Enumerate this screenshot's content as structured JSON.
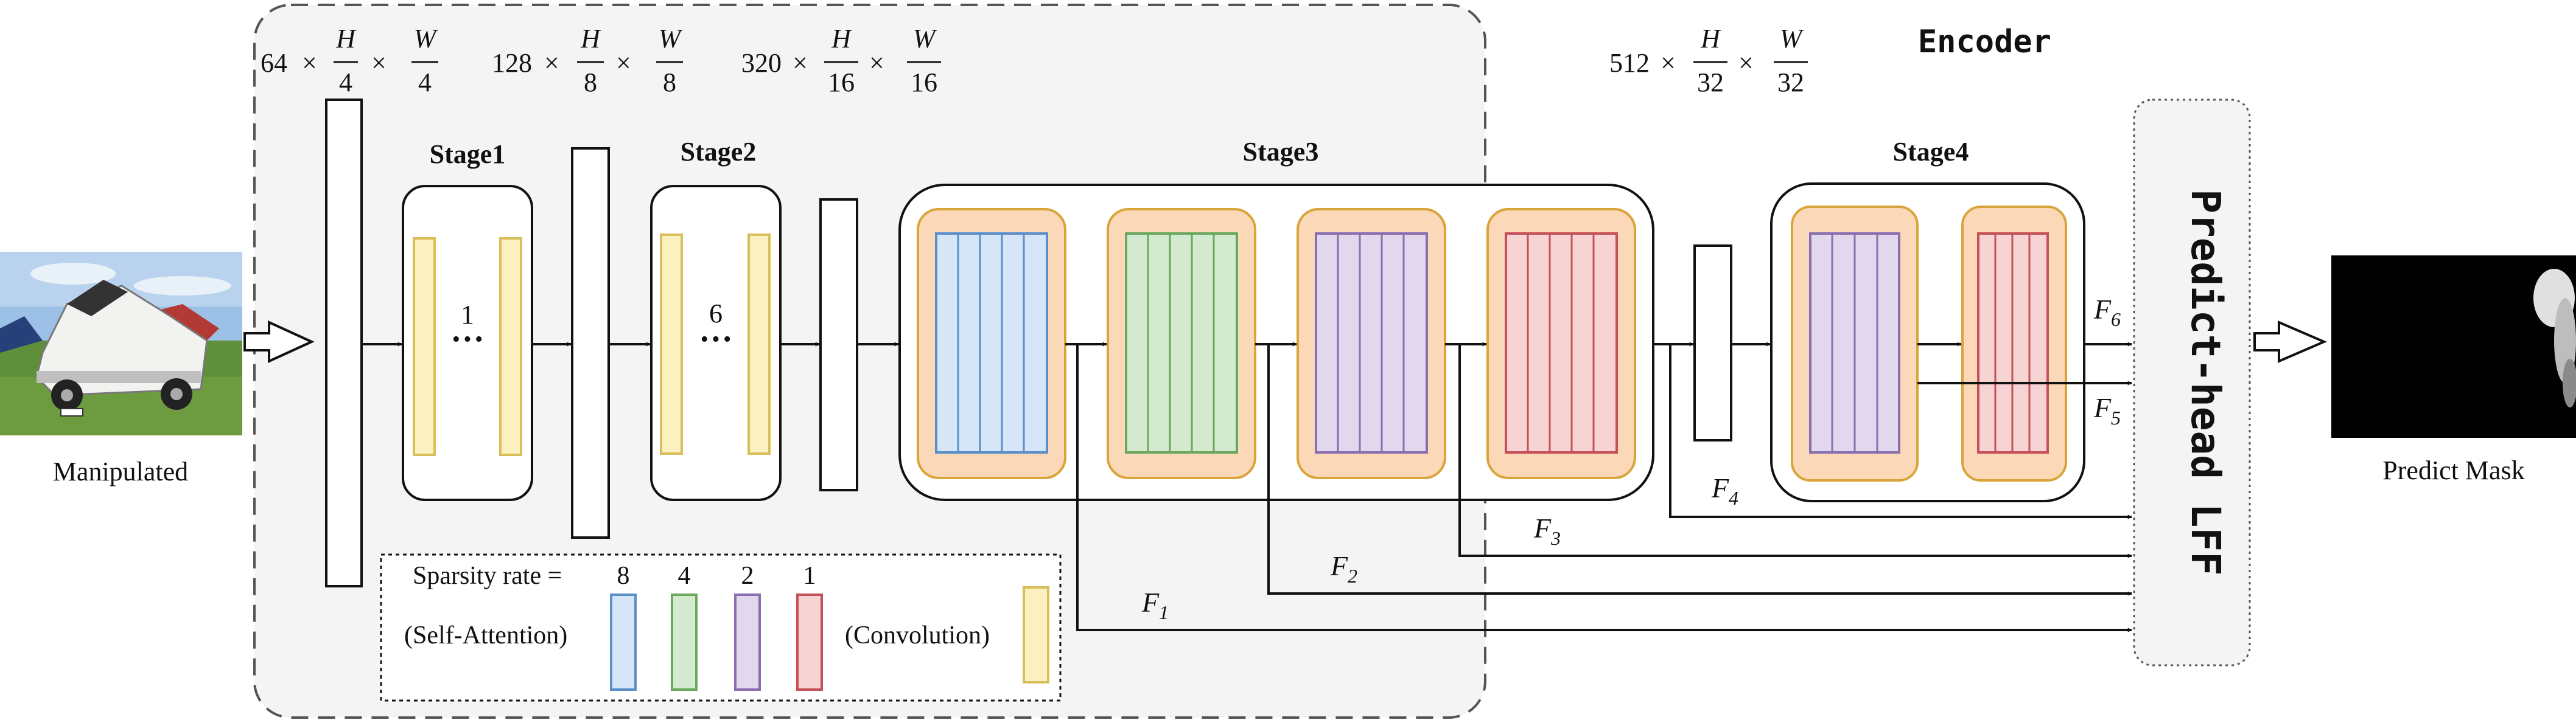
{
  "labels": {
    "encoder": "Encoder",
    "input": "Manipulated",
    "output": "Predict Mask",
    "predict_head": "Predict-head LFF",
    "stage1": "Stage1",
    "stage2": "Stage2",
    "stage3": "Stage3",
    "stage4": "Stage4",
    "stage1_repeat": "1",
    "stage2_repeat": "6",
    "ellipsis": "···"
  },
  "dims": [
    {
      "channels": "64",
      "h_den": "4",
      "w_den": "4"
    },
    {
      "channels": "128",
      "h_den": "8",
      "w_den": "8"
    },
    {
      "channels": "320",
      "h_den": "16",
      "w_den": "16"
    },
    {
      "channels": "512",
      "h_den": "32",
      "w_den": "32"
    }
  ],
  "dim_symbols": {
    "times": "×",
    "h": "H",
    "w": "W"
  },
  "features": [
    {
      "name": "F",
      "sub": "1"
    },
    {
      "name": "F",
      "sub": "2"
    },
    {
      "name": "F",
      "sub": "3"
    },
    {
      "name": "F",
      "sub": "4"
    },
    {
      "name": "F",
      "sub": "5"
    },
    {
      "name": "F",
      "sub": "6"
    }
  ],
  "legend": {
    "sparsity_label": "Sparsity rate =",
    "self_attention": "(Self-Attention)",
    "convolution": "(Convolution)",
    "rates": [
      "8",
      "4",
      "2",
      "1"
    ]
  },
  "colors": {
    "rate_8": {
      "fill": "#d6e5f7",
      "stroke": "#5b8fc9"
    },
    "rate_4": {
      "fill": "#d4ead0",
      "stroke": "#6aa85e"
    },
    "rate_2": {
      "fill": "#e2d8ee",
      "stroke": "#8a6eb0"
    },
    "rate_1": {
      "fill": "#f8d3d3",
      "stroke": "#c4505a"
    },
    "convolution": {
      "fill": "#fbf0c0",
      "stroke": "#d8bf5a"
    },
    "block_bg": {
      "fill": "#fbd9b8",
      "stroke": "#d9a53a"
    },
    "encoder_bg": "#f4f4f4"
  }
}
